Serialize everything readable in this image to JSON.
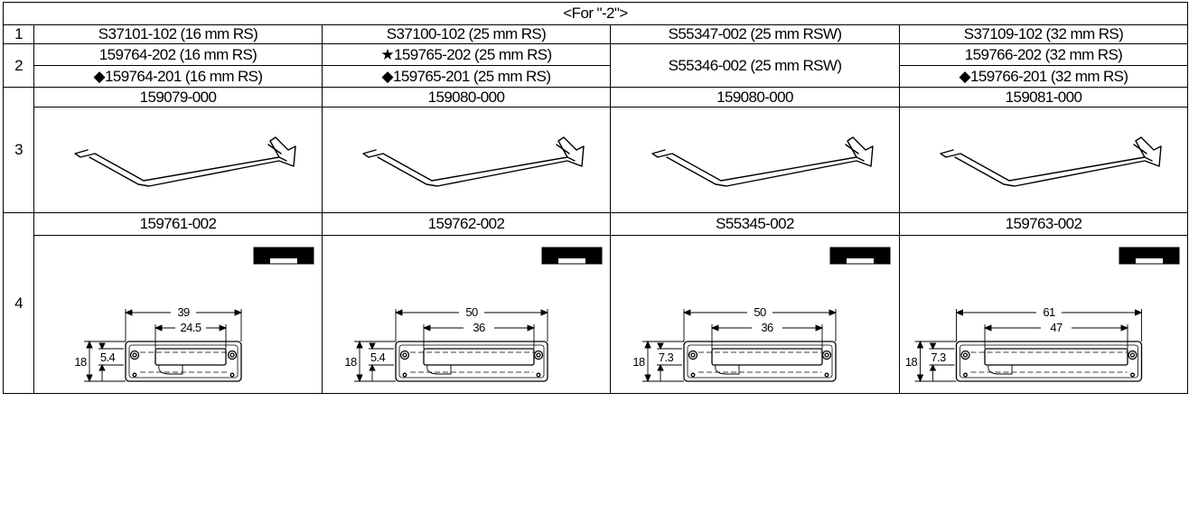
{
  "header": "<For \"-2\">",
  "rows": {
    "r1": {
      "num": "1",
      "cells": [
        "S37101-102 (16 mm RS)",
        "S37100-102 (25 mm RS)",
        "S55347-002 (25 mm RSW)",
        "S37109-102 (32 mm RS)"
      ]
    },
    "r2": {
      "num": "2",
      "top": [
        "159764-202 (16 mm RS)",
        "★159765-202 (25 mm RS)",
        "159766-202 (32 mm RS)"
      ],
      "bottom": [
        "◆159764-201 (16 mm RS)",
        "◆159765-201 (25 mm RS)",
        "◆159766-201 (32 mm RS)"
      ],
      "merged": "S55346-002 (25 mm RSW)"
    },
    "r3": {
      "num": "3",
      "labels": [
        "159079-000",
        "159080-000",
        "159080-000",
        "159081-000"
      ],
      "illustration_icon": "wire-spring-icon"
    },
    "r4": {
      "num": "4",
      "labels": [
        "159761-002",
        "159762-002",
        "S55345-002",
        "159763-002"
      ],
      "plates": [
        {
          "outer": "39",
          "inner": "24.5",
          "height": "18",
          "slot": "5.4"
        },
        {
          "outer": "50",
          "inner": "36",
          "height": "18",
          "slot": "5.4"
        },
        {
          "outer": "50",
          "inner": "36",
          "height": "18",
          "slot": "7.3"
        },
        {
          "outer": "61",
          "inner": "47",
          "height": "18",
          "slot": "7.3"
        }
      ],
      "section_icon": "plate-section-icon"
    }
  }
}
